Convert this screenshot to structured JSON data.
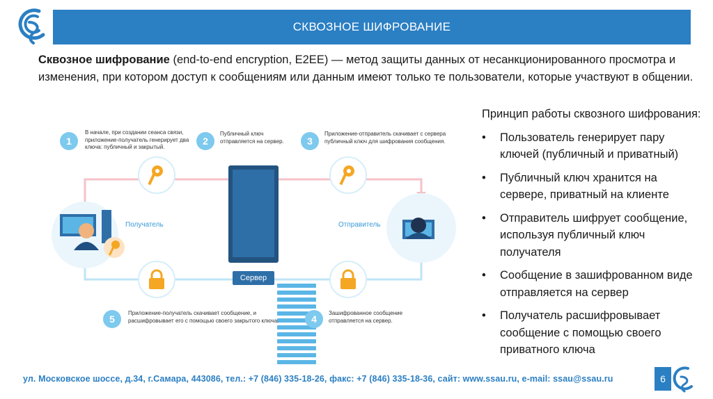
{
  "header": {
    "title": "СКВОЗНОЕ ШИФРОВАНИЕ"
  },
  "intro": {
    "term": "Сквозное шифрование",
    "definition": " (end-to-end encryption, E2EE) — метод защиты данных от несанкционированного просмотра и изменения, при котором доступ к сообщениям или данным имеют только те пользователи, которые участвуют в общении."
  },
  "diagram": {
    "steps": [
      {
        "num": "1",
        "text": "В начале, при создании сеанса связи, приложение-получатель генерирует два ключа: публичный и закрытый."
      },
      {
        "num": "2",
        "text": "Публичный ключ отправляется на сервер."
      },
      {
        "num": "3",
        "text": "Приложение-отправитель скачивает с сервера публичный ключ для шифрования сообщения."
      },
      {
        "num": "4",
        "text": "Зашифрованное сообщение отправляется на сервер."
      },
      {
        "num": "5",
        "text": "Приложение-получатель скачивает сообщение, и расшифровывает его с помощью своего закрытого ключа."
      }
    ],
    "receiver_label": "Получатель",
    "sender_label": "Отправитель",
    "server_label": "Сервер"
  },
  "principle": {
    "title": "Принцип работы сквозного шифрования:",
    "bullet_symbol": "•",
    "items": [
      "Пользователь генерирует пару ключей (публичный и приватный)",
      "Публичный ключ хранится на сервере, приватный на клиенте",
      "Отправитель шифрует сообщение, используя публичный ключ получателя",
      "Сообщение в зашифрованном виде отправляется на сервер",
      "Получатель расшифровывает сообщение с помощью своего приватного ключа"
    ]
  },
  "footer": {
    "contacts": "ул. Московское шоссе, д.34, г.Самара, 443086, тел.: +7 (846) 335-18-26, факс: +7 (846) 335-18-36, сайт: www.ssau.ru, e-mail: ssau@ssau.ru",
    "page_number": "6"
  },
  "colors": {
    "brand_blue": "#2b7fc3",
    "light_blue": "#7ec9ee",
    "key_orange": "#f5a623",
    "arrow_pink": "#f4b8c0"
  }
}
